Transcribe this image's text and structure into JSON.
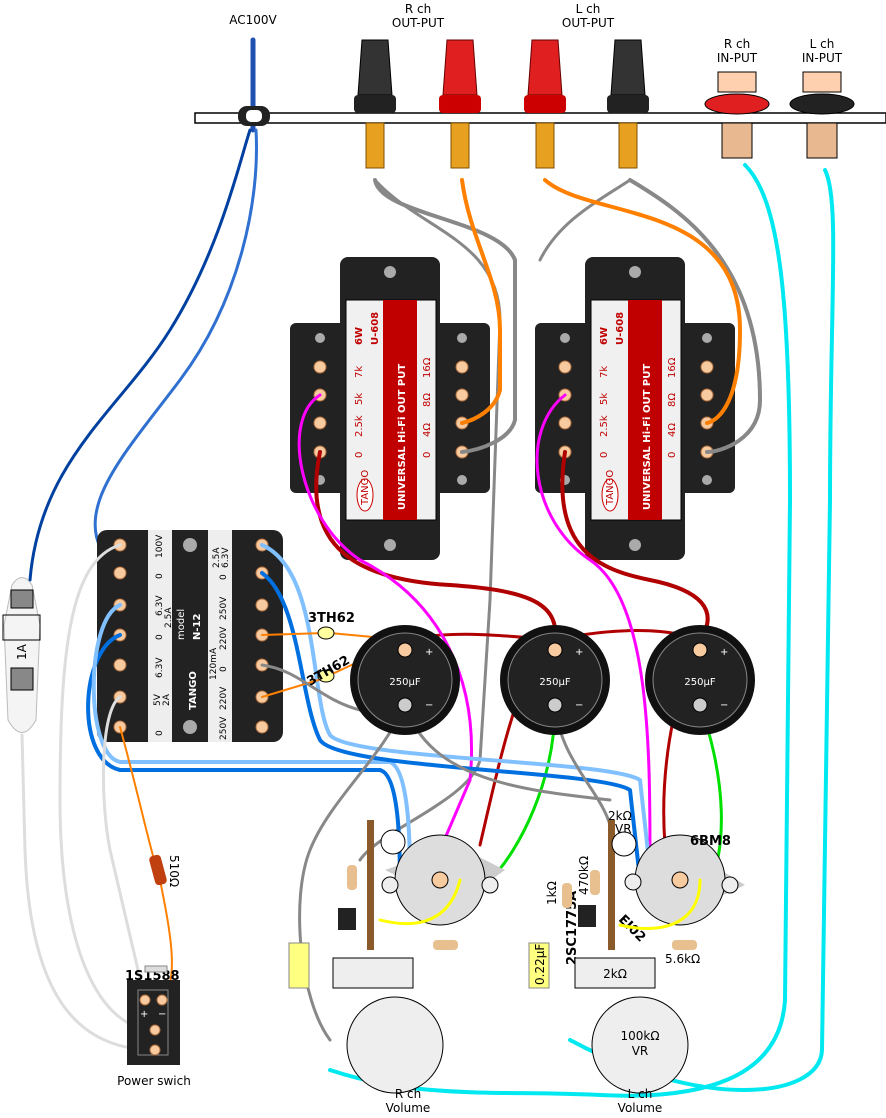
{
  "panel": {
    "ac_label": "AC100V",
    "r_out": [
      "R ch",
      "OUT-PUT"
    ],
    "l_out": [
      "L ch",
      "OUT-PUT"
    ],
    "r_in": [
      "R ch",
      "IN-PUT"
    ],
    "l_in": [
      "L ch",
      "IN-PUT"
    ]
  },
  "output_transformer": {
    "power": "6W",
    "model": "U-608",
    "band_text": "UNIVERSAL Hi-Fi OUT PUT",
    "primary": [
      "7k",
      "5k",
      "2.5k",
      "0"
    ],
    "secondary": [
      "16Ω",
      "8Ω",
      "4Ω",
      "0"
    ],
    "logo": "TANGO"
  },
  "power_transformer": {
    "brand": "TANGO",
    "model_word": "model",
    "model": "N-12",
    "left_labels": [
      "100V",
      "0",
      "6.3V",
      "2.5A",
      "0",
      "6.3V",
      "5V",
      "2A",
      "0"
    ],
    "right_labels": [
      "6.3V",
      "2.5A",
      "0",
      "250V",
      "220V",
      "0",
      "120mA",
      "220V",
      "250V"
    ]
  },
  "fuse": {
    "rating": "1A"
  },
  "thermistor": "3TH62",
  "capacitor": {
    "value": "250μF",
    "plus": "+",
    "minus": "−"
  },
  "r_stage": {
    "volume": [
      "R ch",
      "Volume"
    ]
  },
  "l_stage": {
    "vr_top": "2kΩ",
    "vr_label": "VR",
    "tube": "6BM8",
    "r1": "1kΩ",
    "r2": "470kΩ",
    "transistor": "2SC1775A",
    "diode": "EI02",
    "cap": "0.22μF",
    "big_resistor": "2kΩ",
    "r3": "5.6kΩ",
    "pot": "100kΩ",
    "pot_vr": "VR",
    "volume": [
      "L ch",
      "Volume"
    ]
  },
  "power_switch": {
    "diode": "1S1588",
    "resistor": "510Ω",
    "plus": "+",
    "minus": "−",
    "label": "Power swich"
  },
  "colors": {
    "wire_orange": "#ff8000",
    "wire_gray": "#888888",
    "wire_darkred": "#b00000",
    "wire_magenta": "#ff00ff",
    "wire_green": "#00e000",
    "wire_cyan": "#00e8f0",
    "wire_blue": "#0070e0",
    "wire_lightblue": "#80c0ff",
    "wire_navy": "#0040a0",
    "wire_white": "#dddddd",
    "wire_yellow": "#ffff00",
    "band_red": "#c00000"
  }
}
